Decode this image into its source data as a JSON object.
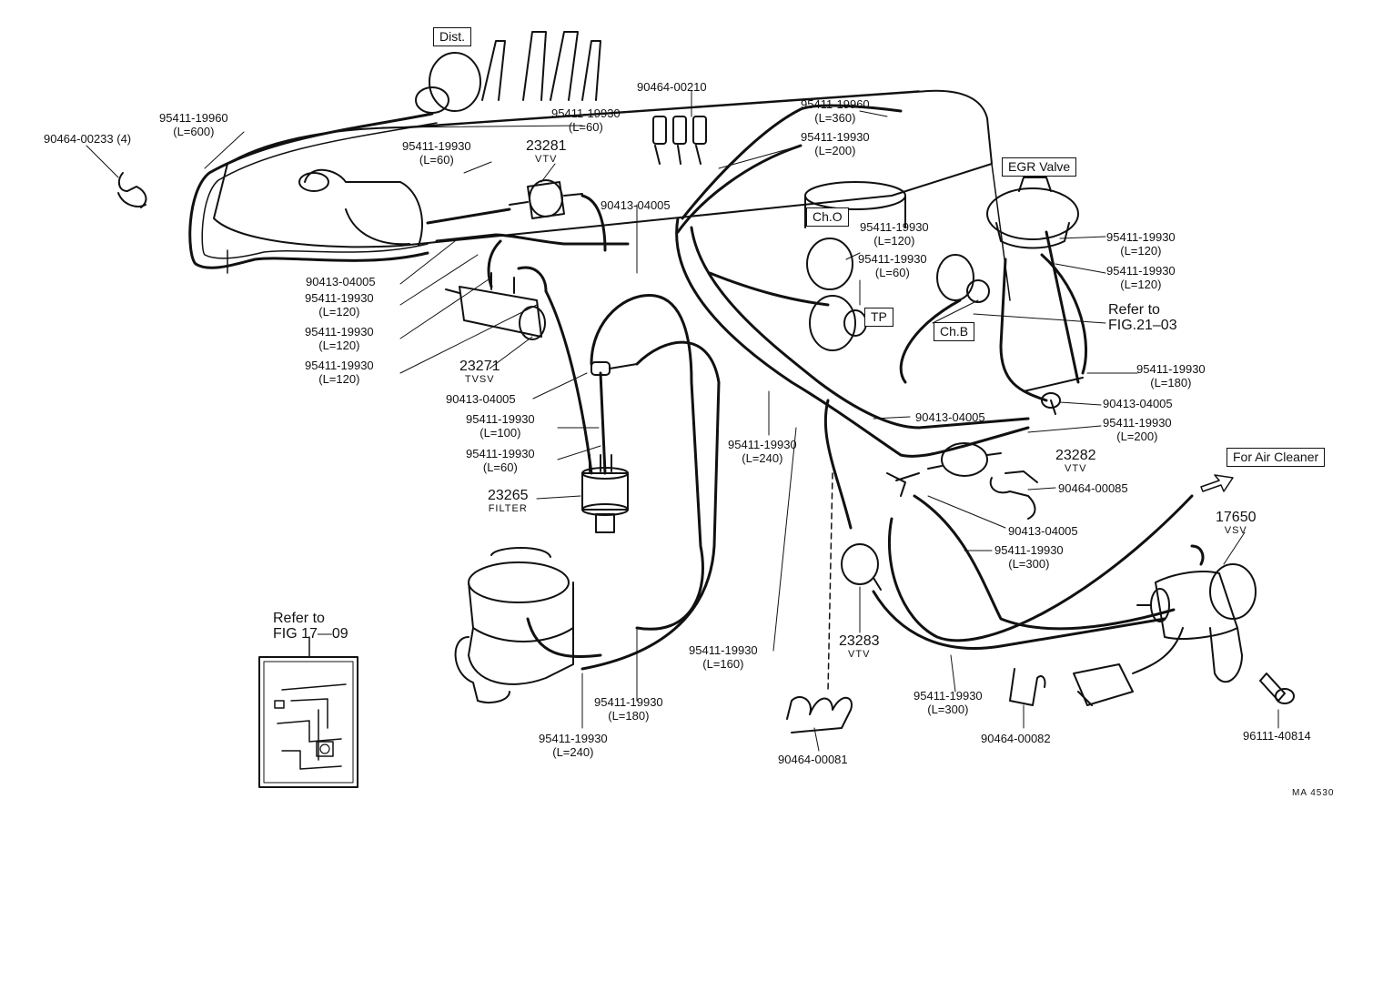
{
  "labels": {
    "dist": "Dist.",
    "ch_o": "Ch.O",
    "ch_b": "Ch.B",
    "tp": "TP",
    "egr_valve": "EGR Valve",
    "for_air_cleaner": "For Air Cleaner",
    "refer_fig_21_line1": "Refer to",
    "refer_fig_21_line2": "FIG.21–03",
    "refer_fig_17_line1": "Refer to",
    "refer_fig_17_line2": "FIG 17—09",
    "drawing_code": "MA 4530"
  },
  "components": {
    "vtv_23281": {
      "number": "23281",
      "name": "VTV"
    },
    "tvsv_23271": {
      "number": "23271",
      "name": "TVSV"
    },
    "filter_23265": {
      "number": "23265",
      "name": "FILTER"
    },
    "vtv_23282": {
      "number": "23282",
      "name": "VTV"
    },
    "vtv_23283": {
      "number": "23283",
      "name": "VTV"
    },
    "vsv_17650": {
      "number": "17650",
      "name": "VSV"
    }
  },
  "parts": {
    "clip_90464_00233": "90464-00233 (4)",
    "hose_19960_600": {
      "pn": "95411-19960",
      "len": "(L=600)"
    },
    "hose_19930_60_a": {
      "pn": "95411-19930",
      "len": "(L=60)"
    },
    "hose_19930_60_b": {
      "pn": "95411-19930",
      "len": "(L=60)"
    },
    "clip_90464_00210": "90464-00210",
    "hose_19960_360": {
      "pn": "95411-19960",
      "len": "(L=360)"
    },
    "hose_19930_200_top": {
      "pn": "95411-19930",
      "len": "(L=200)"
    },
    "tee_90413_04005_top": "90413-04005",
    "tee_90413_04005_left": "90413-04005",
    "hose_19930_120_a": {
      "pn": "95411-19930",
      "len": "(L=120)"
    },
    "hose_19930_120_b": {
      "pn": "95411-19930",
      "len": "(L=120)"
    },
    "hose_19930_120_c": {
      "pn": "95411-19930",
      "len": "(L=120)"
    },
    "hose_19930_120_cho": {
      "pn": "95411-19930",
      "len": "(L=120)"
    },
    "hose_19930_60_cho": {
      "pn": "95411-19930",
      "len": "(L=60)"
    },
    "hose_19930_120_egr1": {
      "pn": "95411-19930",
      "len": "(L=120)"
    },
    "hose_19930_120_egr2": {
      "pn": "95411-19930",
      "len": "(L=120)"
    },
    "hose_19930_180_right": {
      "pn": "95411-19930",
      "len": "(L=180)"
    },
    "tee_90413_04005_right": "90413-04005",
    "tee_90413_04005_mid": "90413-04005",
    "hose_19930_200_right": {
      "pn": "95411-19930",
      "len": "(L=200)"
    },
    "tee_90413_04005_filter": "90413-04005",
    "hose_19930_100": {
      "pn": "95411-19930",
      "len": "(L=100)"
    },
    "hose_19930_60_filter": {
      "pn": "95411-19930",
      "len": "(L=60)"
    },
    "hose_19930_240_mid": {
      "pn": "95411-19930",
      "len": "(L=240)"
    },
    "clip_90464_00085": "90464-00085",
    "tee_90413_04005_low": "90413-04005",
    "hose_19930_300_a": {
      "pn": "95411-19930",
      "len": "(L=300)"
    },
    "hose_19930_160": {
      "pn": "95411-19930",
      "len": "(L=160)"
    },
    "hose_19930_180_low": {
      "pn": "95411-19930",
      "len": "(L=180)"
    },
    "hose_19930_240_low": {
      "pn": "95411-19930",
      "len": "(L=240)"
    },
    "hose_19930_300_b": {
      "pn": "95411-19930",
      "len": "(L=300)"
    },
    "clip_90464_00081": "90464-00081",
    "clip_90464_00082": "90464-00082",
    "bolt_96111_40814": "96111-40814"
  }
}
